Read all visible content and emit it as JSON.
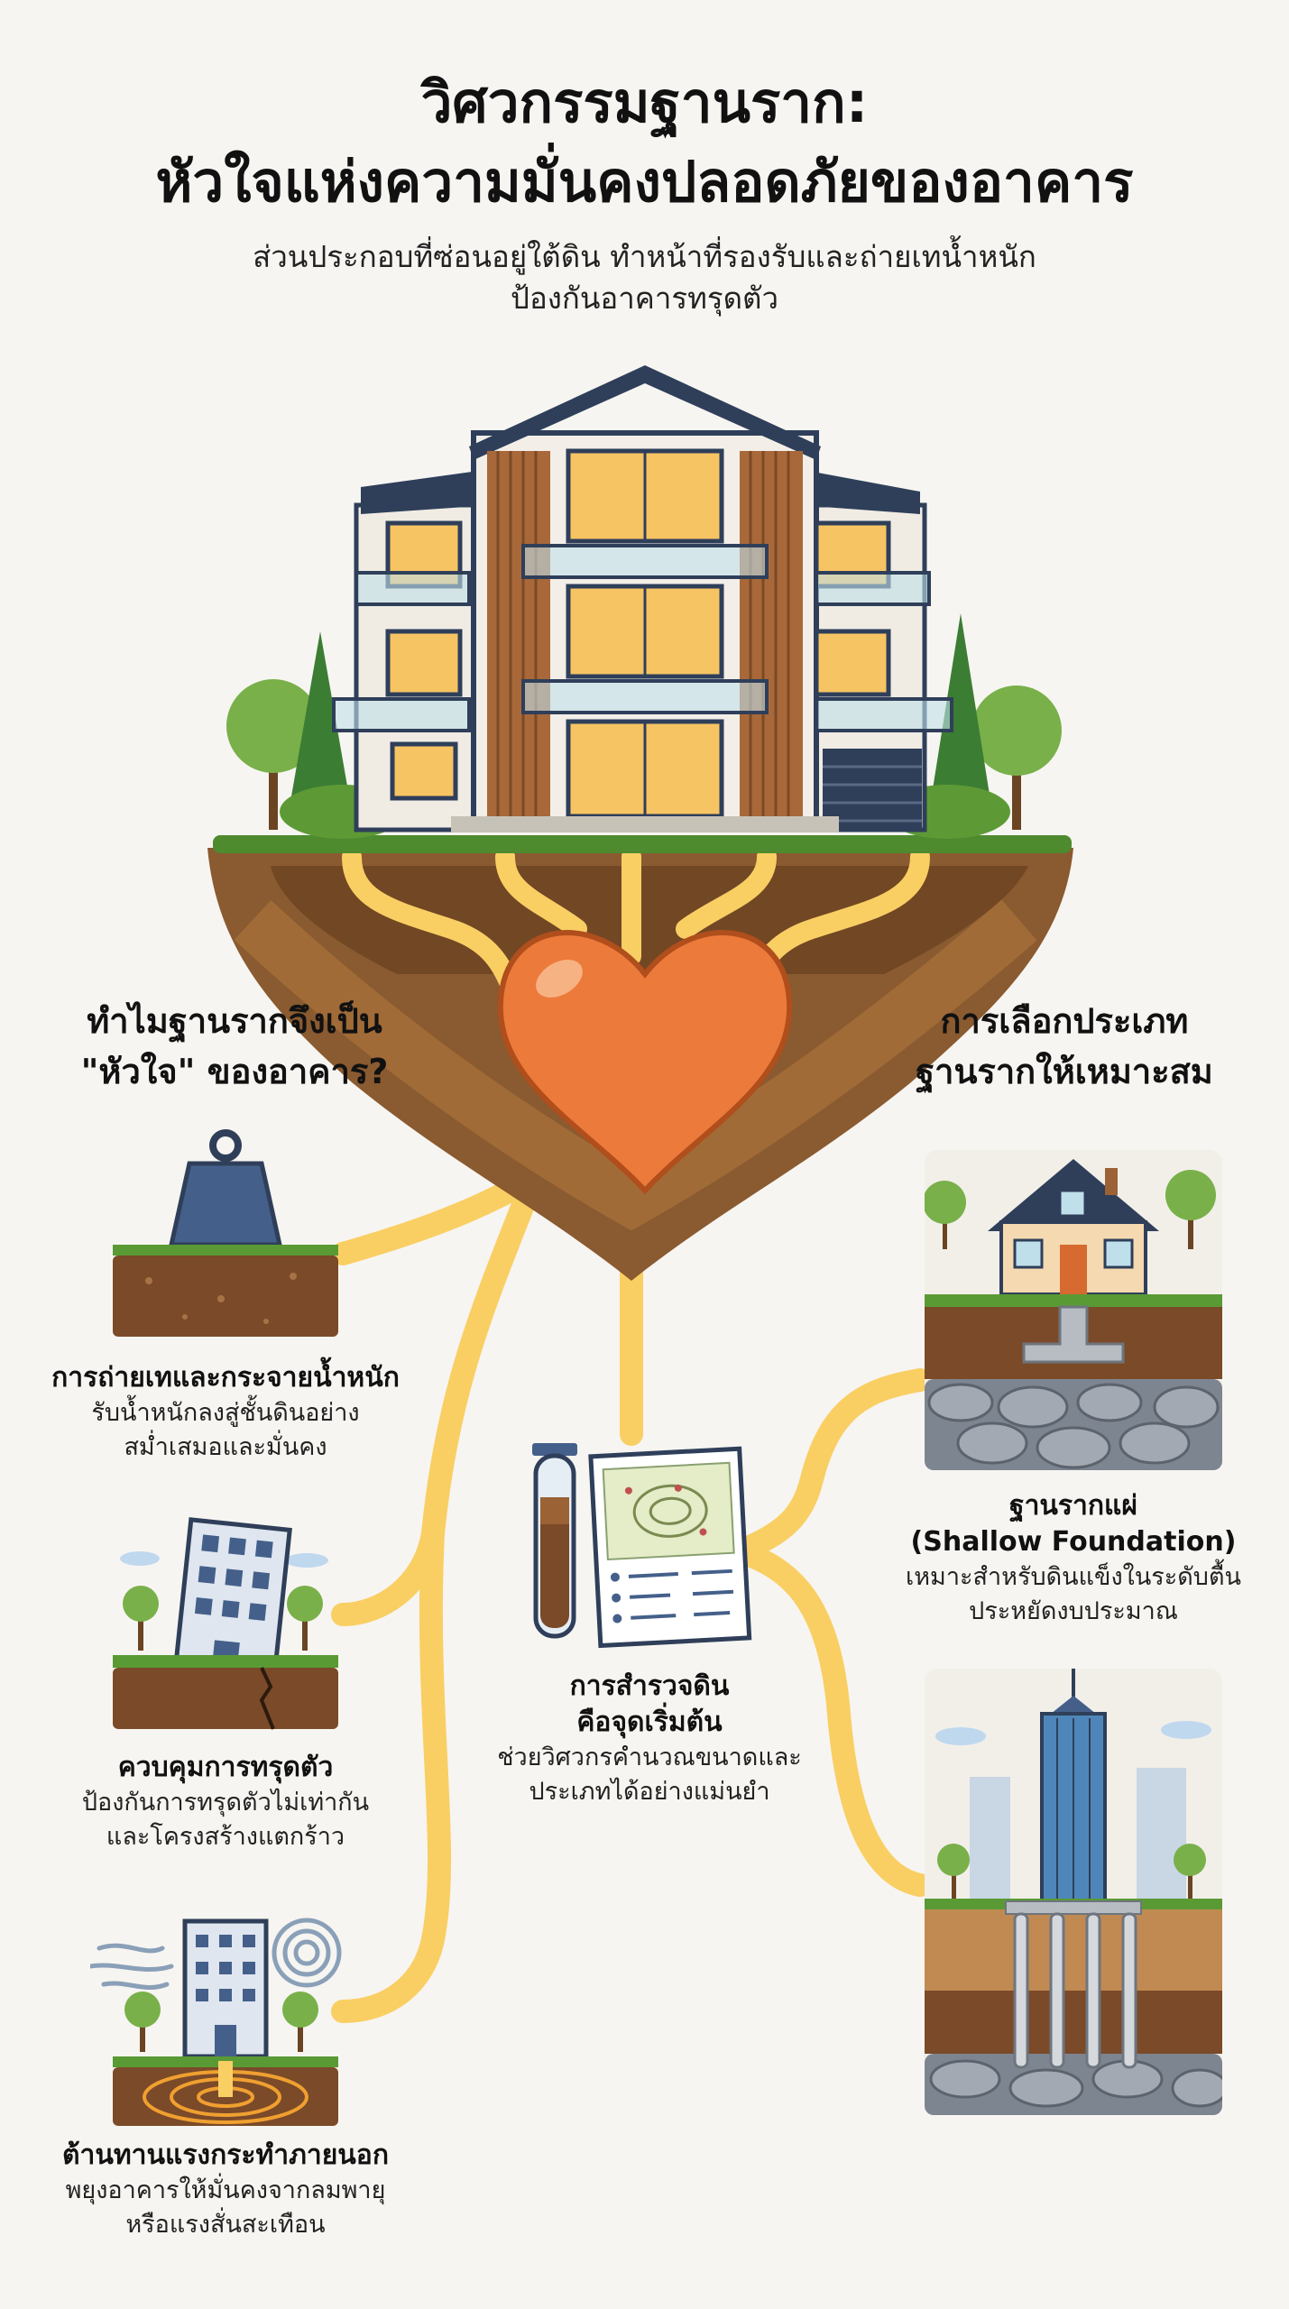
{
  "header": {
    "title_line1": "วิศวกรรมฐานราก:",
    "title_line2": "หัวใจแห่งความมั่นคงปลอดภัยของอาคาร",
    "subtitle_line1": "ส่วนประกอบที่ซ่อนอยู่ใต้ดิน ทำหน้าที่รองรับและถ่ายเทน้ำหนัก",
    "subtitle_line2": "ป้องกันอาคารทรุดตัว"
  },
  "left_section": {
    "heading_line1": "ทำไมฐานรากจึงเป็น",
    "heading_line2": "\"หัวใจ\" ของอาคาร?",
    "items": [
      {
        "title": "การถ่ายเทและกระจายน้ำหนัก",
        "desc_line1": "รับน้ำหนักลงสู่ชั้นดินอย่าง",
        "desc_line2": "สม่ำเสมอและมั่นคง",
        "icon": "weight-on-soil-icon"
      },
      {
        "title": "ควบคุมการทรุดตัว",
        "desc_line1": "ป้องกันการทรุดตัวไม่เท่ากัน",
        "desc_line2": "และโครงสร้างแตกร้าว",
        "icon": "tilted-building-icon"
      },
      {
        "title": "ต้านทานแรงกระทำภายนอก",
        "desc_line1": "พยุงอาคารให้มั่นคงจากลมพายุ",
        "desc_line2": "หรือแรงสั่นสะเทือน",
        "icon": "wind-vibration-building-icon"
      }
    ]
  },
  "center_section": {
    "title_line1": "การสำรวจดิน",
    "title_line2": "คือจุดเริ่มต้น",
    "desc_line1": "ช่วยวิศวกรคำนวณขนาดและ",
    "desc_line2": "ประเภทได้อย่างแม่นยำ",
    "icon": "soil-sample-map-icon"
  },
  "right_section": {
    "heading_line1": "การเลือกประเภท",
    "heading_line2": "ฐานรากให้เหมาะสม",
    "items": [
      {
        "title_line1": "ฐานรากแผ่",
        "title_line2": "(Shallow Foundation)",
        "desc_line1": "เหมาะสำหรับดินแข็งในระดับตื้น",
        "desc_line2": "ประหยัดงบประมาณ",
        "icon": "house-shallow-footing-icon"
      },
      {
        "icon": "skyscraper-pile-foundation-icon"
      }
    ]
  },
  "colors": {
    "background": "#f7f5f1",
    "root_yellow": "#f9cf64",
    "heart_orange": "#ec7a3b",
    "soil_brown": "#7a4a26",
    "grass_green": "#6aa13e",
    "building_navy": "#2f3f5a"
  }
}
